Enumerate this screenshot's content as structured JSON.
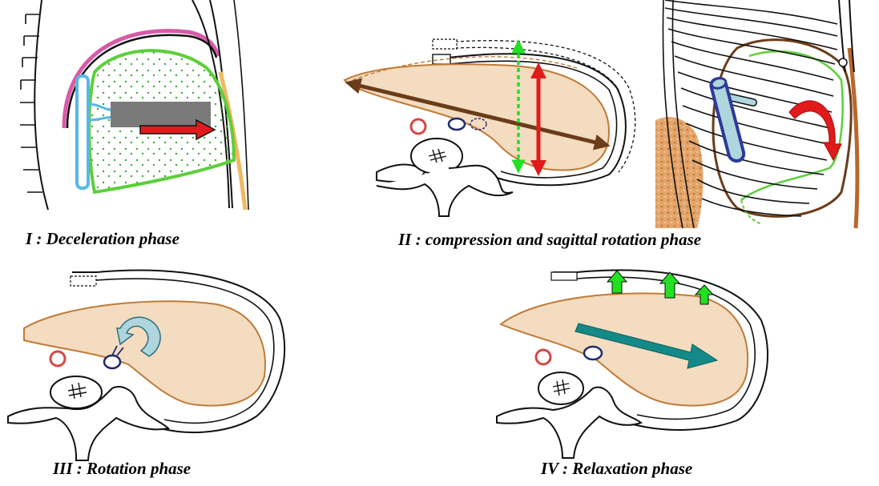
{
  "captions": {
    "phase_1": "I : Deceleration phase",
    "phase_2": "II : compression and sagittal rotation  phase",
    "phase_3": "III : Rotation phase",
    "phase_4": "IV : Relaxation phase"
  },
  "colors": {
    "liver_fill": "#f3dcc0",
    "liver_outline": "#c07a36",
    "parenchyma_green": "#5ccf3a",
    "vena_cava_blue": "#56b8e4",
    "arrow_red": "#e11b1b",
    "arrow_brown": "#6b3c1a",
    "arrow_teal": "#138a88",
    "arrow_green": "#22e022",
    "arrow_light_blue": "#aed6dc",
    "aorta_red": "#d84545",
    "portal_navy": "#1e2a6e",
    "rib_line": "#111111"
  },
  "icons": [
    "deceleration-arrow-icon",
    "double-headed-arrow-icon",
    "curved-rotation-arrow-icon",
    "upward-arrow-icon"
  ]
}
